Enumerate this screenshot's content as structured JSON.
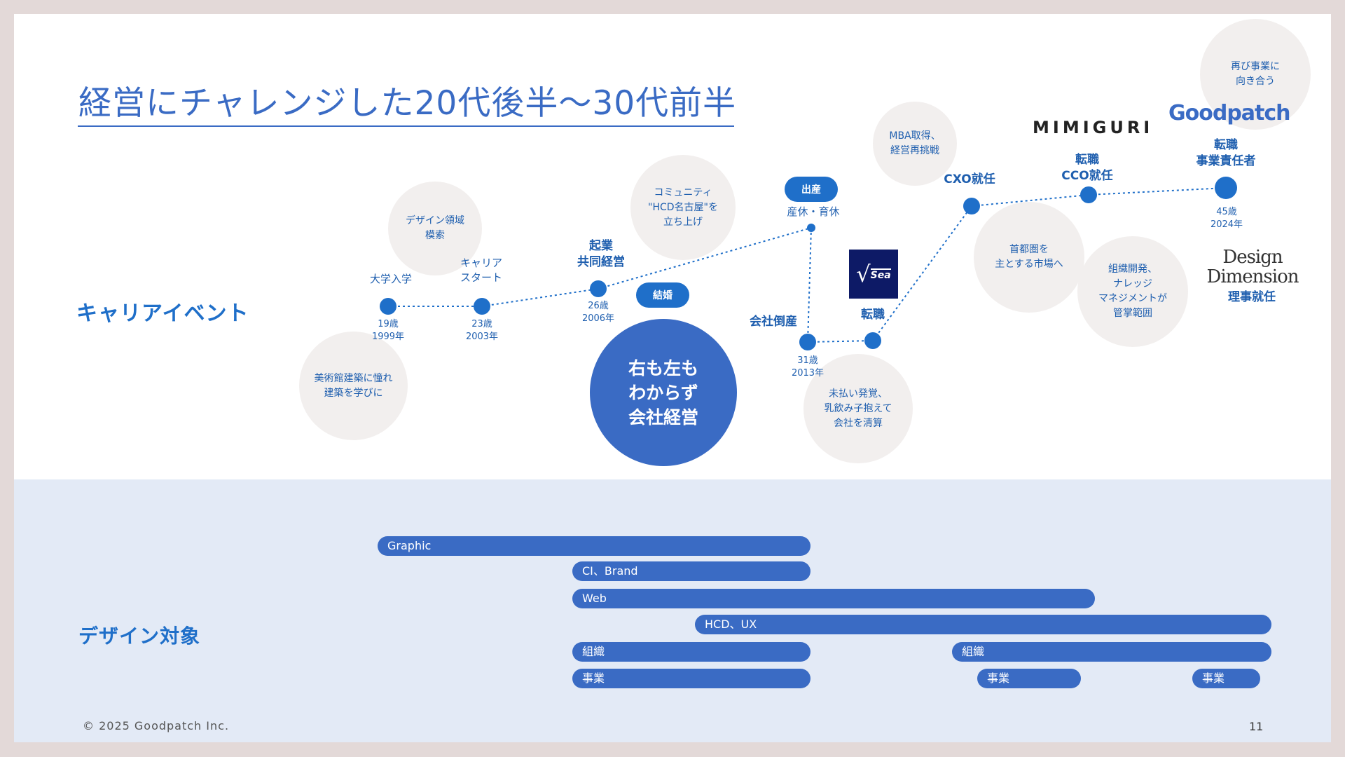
{
  "title": "経営にチャレンジした20代後半～30代前半",
  "sections": {
    "career": "キャリアイベント",
    "design": "デザイン対象"
  },
  "bubbles": {
    "museum": "美術館建築に憧れ\n建築を学びに",
    "design_field": "デザイン領域\n模索",
    "community": "コミュニティ\n\"HCD名古屋\"を\n立ち上げ",
    "mba": "MBA取得、\n経営再挑戦",
    "unpaid": "未払い発覚、\n乳飲み子抱えて\n会社を清算",
    "metro": "首都圏を\n主とする市場へ",
    "org": "組織開発、\nナレッジ\nマネジメントが\n管掌範囲",
    "again": "再び事業に\n向き合う",
    "big": "右も左も\nわからず\n会社経営"
  },
  "events": {
    "college": "大学入学",
    "career_start": "キャリア\nスタート",
    "startup": "起業\n共同経営",
    "leave": "産休・育休",
    "bankrupt": "会社倒産",
    "job_change": "転職",
    "cxo": "CXO就任",
    "cco": "転職\nCCO就任",
    "bizlead": "転職\n事業責任者",
    "director": "理事就任"
  },
  "ages": {
    "a19": "19歳\n1999年",
    "a23": "23歳\n2003年",
    "a26": "26歳\n2006年",
    "a31": "31歳\n2013年",
    "a45": "45歳\n2024年"
  },
  "pills": {
    "marriage": "結婚",
    "birth": "出産"
  },
  "logos": {
    "mimiguri": "MIMIGURI",
    "goodpatch": "Goodpatch",
    "design_dimension": "Design\nDimension",
    "sea_mark": "√",
    "sea_text": "Sea"
  },
  "bars": {
    "graphic": "Graphic",
    "ci_brand": "CI、Brand",
    "web": "Web",
    "hcd_ux": "HCD、UX",
    "org1": "組織",
    "org2": "組織",
    "biz1": "事業",
    "biz2": "事業",
    "biz3": "事業"
  },
  "footer": "© 2025 Goodpatch Inc.",
  "page_number": "11",
  "colors": {
    "accent": "#1f6fc9",
    "bar": "#3a6bc4",
    "bubble_bg": "#f2efee",
    "band_bg": "#e3eaf6",
    "frame": "#e3d9d8"
  }
}
